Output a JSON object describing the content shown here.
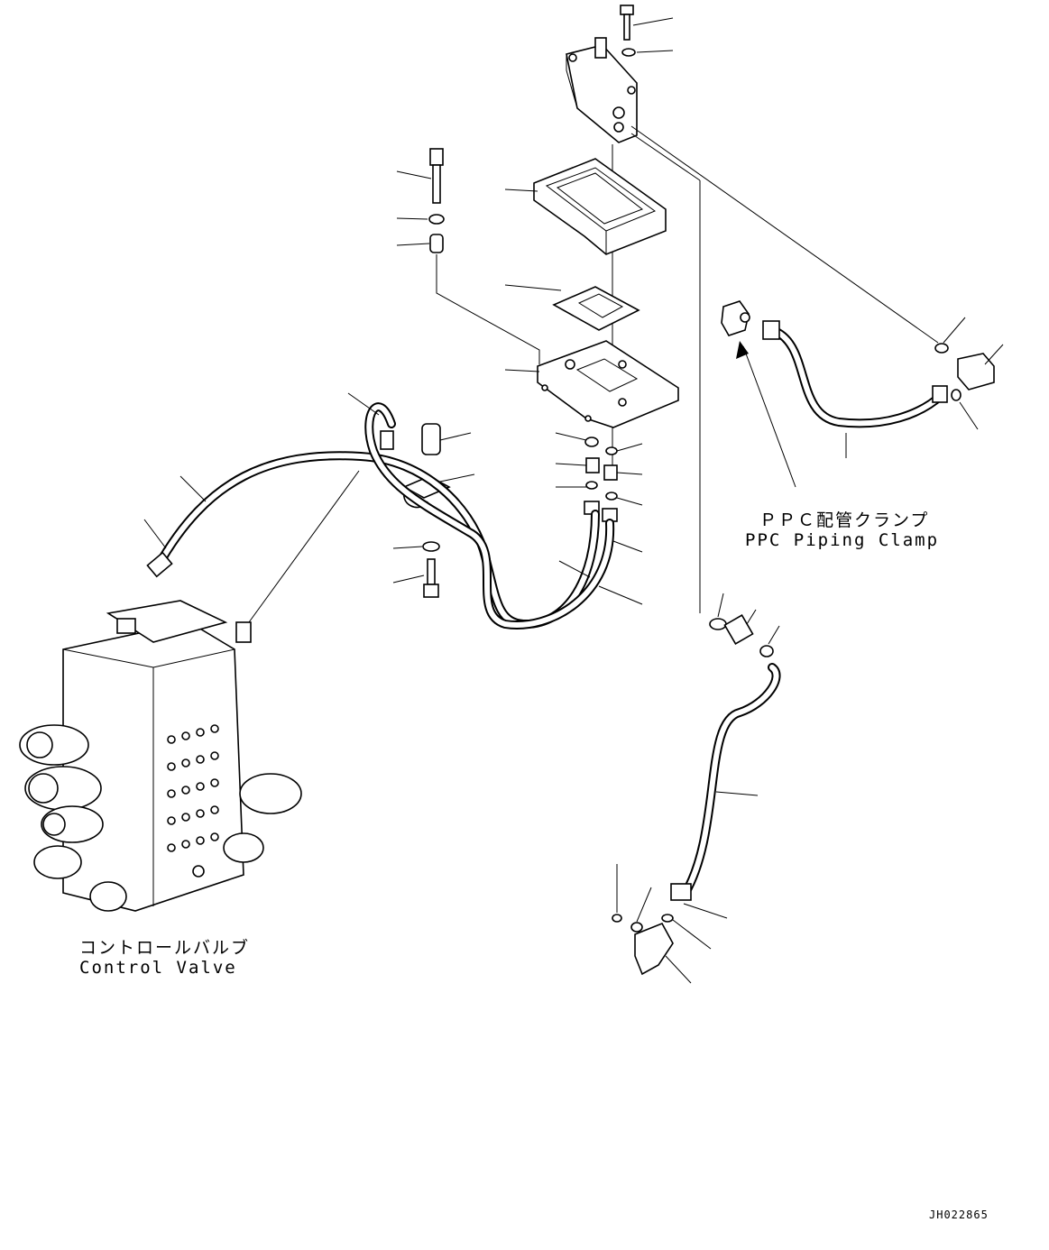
{
  "labels": {
    "ppc_clamp_jp": "ＰＰＣ配管クランプ",
    "ppc_clamp_en": "PPC Piping Clamp",
    "control_valve_jp": "コントロールバルブ",
    "control_valve_en": "Control Valve",
    "drawing_id": "JH022865"
  },
  "colors": {
    "line": "#000000",
    "background": "#ffffff"
  }
}
